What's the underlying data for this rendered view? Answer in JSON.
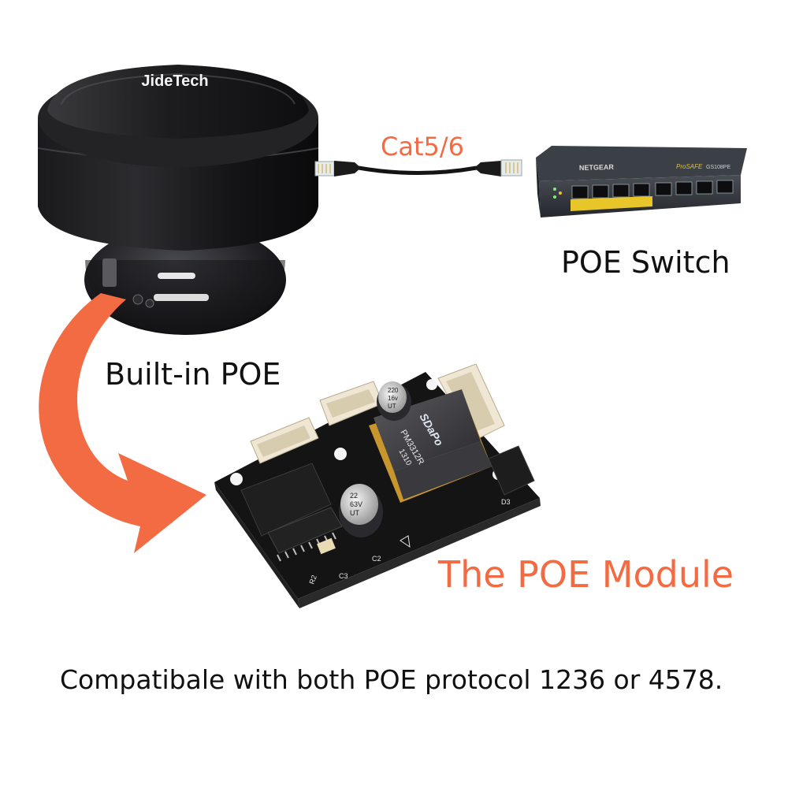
{
  "brand": {
    "camera_logo": "JideTech"
  },
  "labels": {
    "cable": "Cat5/6",
    "switch": "POE Switch",
    "builtin": "Built-in POE",
    "module": "The POE Module",
    "compat": "Compatibale with both POE protocol 1236 or 4578."
  },
  "switch_device": {
    "brand": "NETGEAR",
    "series": "ProSAFE",
    "model": "GS108PE"
  },
  "module_board": {
    "transformer_brand": "SDaPo",
    "transformer_part": "PM3312R",
    "transformer_code": "1310",
    "cap_top": [
      "220",
      "16v",
      "UT"
    ],
    "cap_bottom": [
      "22",
      "63V",
      "UT"
    ],
    "silk_c2": "C2",
    "silk_c3": "C3",
    "silk_d3": "D3",
    "silk_r2": "R2"
  },
  "colors": {
    "accent": "#f26b43",
    "text": "#111111",
    "camera": "#1c1c1e",
    "pcb": "#141414"
  },
  "icons": [
    "dome-camera-icon",
    "ethernet-cable-icon",
    "network-switch-icon",
    "poe-module-board-icon",
    "curved-arrow-icon"
  ]
}
